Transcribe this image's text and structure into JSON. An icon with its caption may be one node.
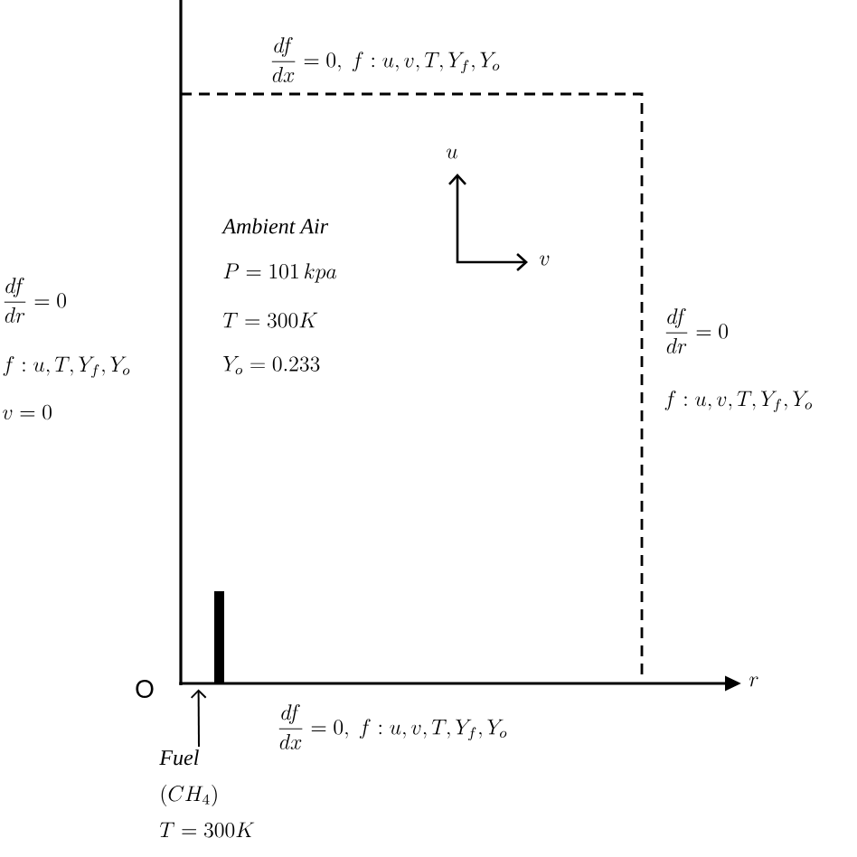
{
  "diagram": {
    "nodes": [
      {
        "text": [
          "Fuel",
          "(CH_4)",
          "T=300K"
        ]
      },
      {
        "text": [],
        "shape": "bar"
      }
    ],
    "edges": [
      {
        "from": 0,
        "to": 1,
        "arrow": "to"
      }
    ],
    "labels": [
      "\\frac{df}{dx}=0,\\ f:u,v,T,Y_f,Y_o",
      "u",
      "Ambient Air",
      "P=101\\,kpa",
      "v",
      "\\frac{df}{dr}=0",
      "T=300K",
      "f:u,T,Y_f,Y_o",
      "Y_o=0.233",
      "\\frac{df}{dr}=0",
      "v=0",
      "f:u,v,T,Y_f,Y_o",
      "O",
      "r",
      "\\frac{df}{dx}=0,\\ f:u,v,T,Y_f,Y_o"
    ]
  }
}
